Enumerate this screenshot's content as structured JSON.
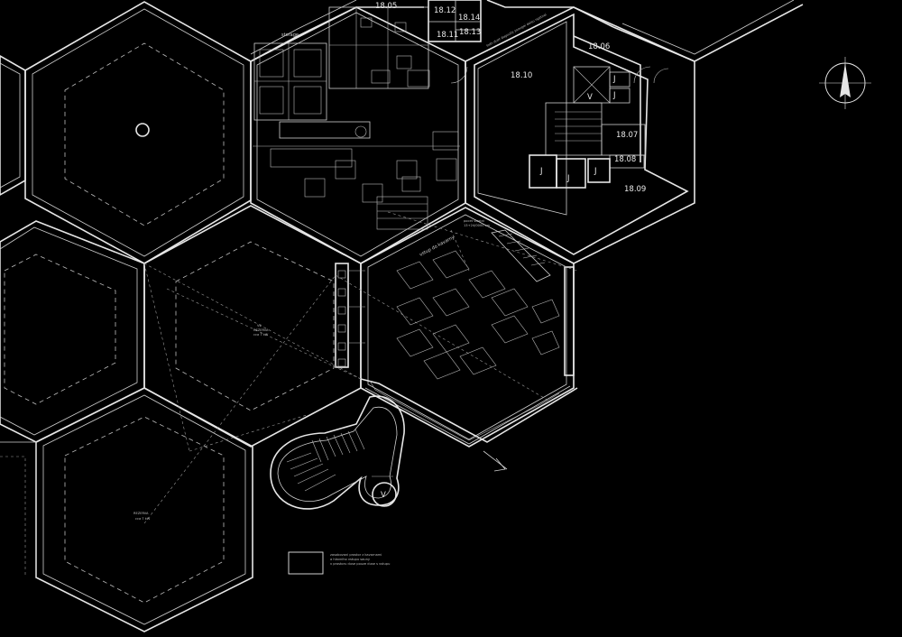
{
  "rooms": {
    "r1805": "18.05",
    "r1812": "18.12",
    "r1814": "18.14",
    "r1811": "18.11",
    "r1813": "18.13",
    "r1806": "18.06",
    "r1810": "18.10",
    "r1807": "18.07",
    "r1808": "18.08",
    "r1809": "18.09"
  },
  "labels": {
    "storage": "storage",
    "lift": "V",
    "lift_stair": "V",
    "shaft": "J",
    "link_top": "lodn duet dogoutly psaugei dolsu ngetnal",
    "pool_entry": "vstup do kavarny",
    "measure_a": "pocet vlastni",
    "measure_b": "13+24/0000 cm",
    "v2_code": "V2",
    "v2_sub": "REZERVA",
    "v2_val": "cca 7 kW",
    "rez_main": "REZERVA",
    "rez_val": "cca 7 kW"
  },
  "legend": {
    "line1": "zasobovani prostor z kavarnami",
    "line2": "a hlavniho vstupu sauny",
    "line3": "v prostoru duse pouze duse s vstupu"
  },
  "colors": {
    "background": "#000000",
    "line": "#e6e6e6"
  }
}
